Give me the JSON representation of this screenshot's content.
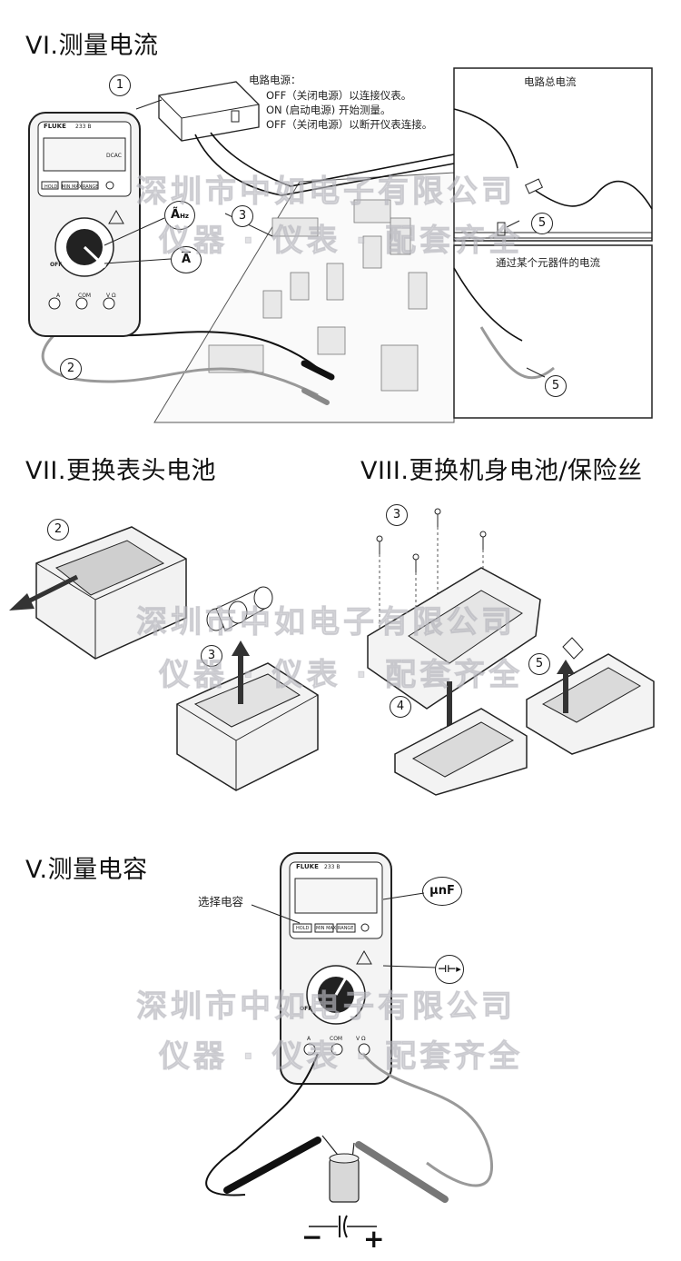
{
  "sections": {
    "current": {
      "title": "VI.测量电流"
    },
    "display_battery": {
      "title": "VII.更换表头电池"
    },
    "body_battery": {
      "title": "VIII.更换机身电池/保险丝"
    },
    "capacitance": {
      "title": "V.测量电容"
    }
  },
  "current_notes": {
    "header": "电路电源：",
    "line1": "OFF（关闭电源）以连接仪表。",
    "line2": "ON (启动电源) 开始测量。",
    "line3": "OFF（关闭电源）以断开仪表连接。",
    "total_current": "电路总电流",
    "component_current": "通过某个元器件的电流"
  },
  "callouts": {
    "c1": "1",
    "c2": "2",
    "c3": "3",
    "c5a": "5",
    "c5b": "5",
    "d2": "2",
    "d3": "3",
    "b3": "3",
    "b4": "4",
    "b5": "5"
  },
  "symbols": {
    "ac_amp": "Ã",
    "ac_amp_hz": "Hz",
    "dc_amp": "A",
    "unf": "μnF",
    "cap_diode": "⊣⊢▸"
  },
  "capacitance_notes": {
    "select": "选择电容"
  },
  "meter": {
    "brand": "FLUKE",
    "model": "233 B",
    "display_tag": "DCAC",
    "btn_hold": "HOLD",
    "btn_minmax": "MIN MAX",
    "btn_range": "RANGE",
    "jack_a": "A",
    "jack_com": "COM",
    "jack_v": "V Ω",
    "off": "OFF"
  },
  "polarity": {
    "minus": "−",
    "plus": "+"
  },
  "watermark": {
    "line1": "深圳市中如电子有限公司",
    "line2": "仪器 · 仪表 · 配套齐全"
  }
}
